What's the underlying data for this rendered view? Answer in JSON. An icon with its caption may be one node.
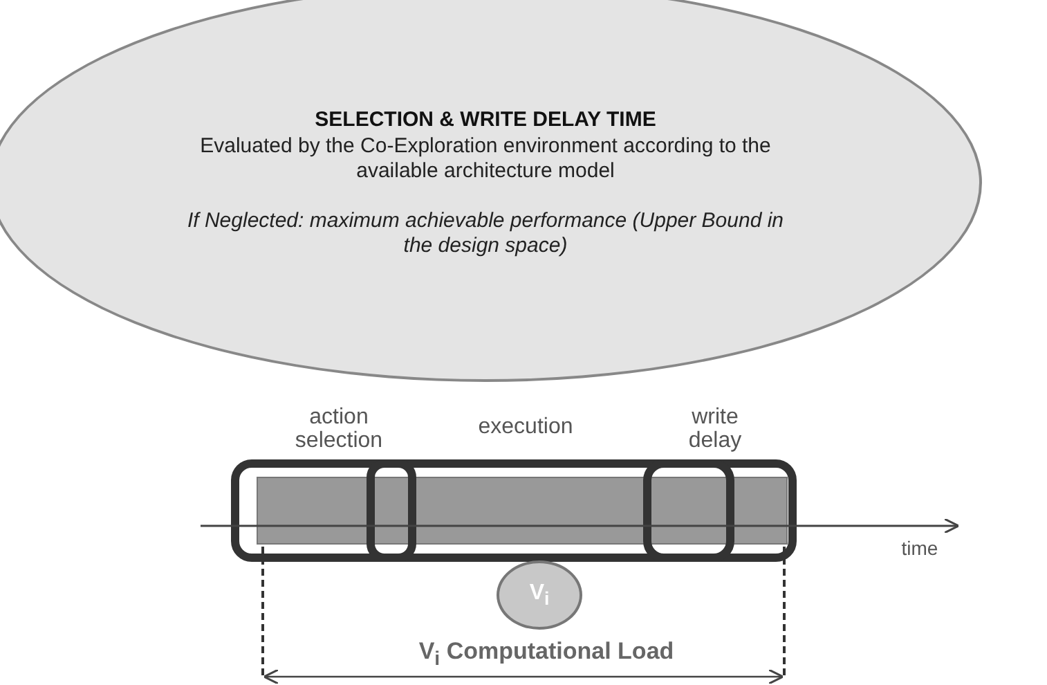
{
  "diagram": {
    "nodes": [
      {
        "text": [
          "SELECTION & WRITE DELAY TIME",
          "Evaluated by the Co-Exploration environment according to the available architecture model",
          "If Neglected: maximum achievable performance (Upper Bound in the design space)"
        ]
      },
      {
        "text": [
          "V$_{i}$"
        ]
      }
    ],
    "edges": [],
    "labels": [
      "action selection",
      "execution",
      "write delay",
      "time",
      "V$_{i}$ Computational Load"
    ]
  }
}
